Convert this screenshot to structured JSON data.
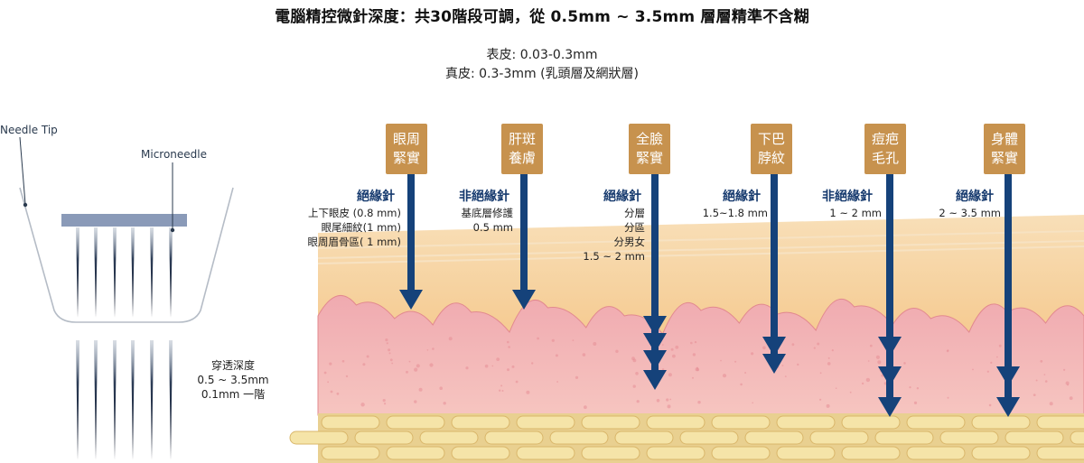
{
  "title": "電腦精控微針深度：共30階段可調，從 0.5mm ~ 3.5mm 層層精準不含糊",
  "legend": {
    "epidermis": "表皮: 0.03-0.3mm",
    "dermis": "真皮: 0.3-3mm (乳頭層及網狀層)"
  },
  "needle_diagram": {
    "tip_label": "Needle Tip",
    "microneedle_label": "Microneedle",
    "depth_title": "穿透深度",
    "depth_range": "0.5 ~ 3.5mm",
    "depth_step": "0.1mm 一階"
  },
  "colors": {
    "category_box": "#c7924e",
    "arrow": "#15427a",
    "insulated_title": "#163a6e",
    "epidermis": "#f3d3a4",
    "dermis": "#f1b1b4",
    "fat": "#f2df9a"
  },
  "treatments": [
    {
      "category_line1": "眼周",
      "category_line2": "緊實",
      "insulation": "絕緣針",
      "specs": [
        "上下眼皮 (0.8 mm)",
        "眼尾細紋(1 mm)",
        "眼周眉骨區( 1 mm)"
      ]
    },
    {
      "category_line1": "肝斑",
      "category_line2": "養膚",
      "insulation": "非絕緣針",
      "specs": [
        "基底層修護",
        "0.5 mm"
      ]
    },
    {
      "category_line1": "全臉",
      "category_line2": "緊實",
      "insulation": "絕緣針",
      "specs": [
        "分層",
        "分區",
        "分男女",
        "1.5 ~ 2 mm"
      ]
    },
    {
      "category_line1": "下巴",
      "category_line2": "脖紋",
      "insulation": "絕緣針",
      "specs": [
        "1.5~1.8 mm"
      ]
    },
    {
      "category_line1": "痘疤",
      "category_line2": "毛孔",
      "insulation": "非絕緣針",
      "specs": [
        "1 ~ 2 mm"
      ]
    },
    {
      "category_line1": "身體",
      "category_line2": "緊實",
      "insulation": "絕緣針",
      "specs": [
        "2 ~ 3.5 mm"
      ]
    }
  ]
}
